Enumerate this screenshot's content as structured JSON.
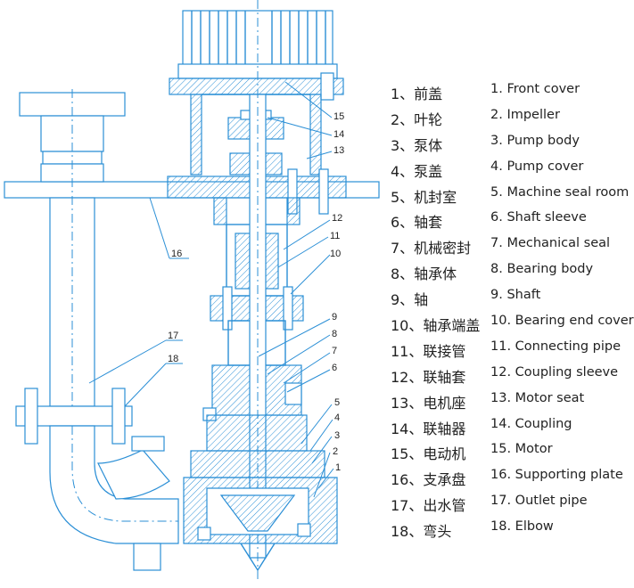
{
  "legend": [
    {
      "zh": "1、前盖",
      "en": "1. Front cover"
    },
    {
      "zh": "2、叶轮",
      "en": "2. Impeller"
    },
    {
      "zh": "3、泵体",
      "en": "3. Pump body"
    },
    {
      "zh": "4、泵盖",
      "en": "4. Pump cover"
    },
    {
      "zh": "5、机封室",
      "en": "5. Machine seal room"
    },
    {
      "zh": "6、轴套",
      "en": "6. Shaft sleeve"
    },
    {
      "zh": "7、机械密封",
      "en": "7. Mechanical seal"
    },
    {
      "zh": "8、轴承体",
      "en": "8. Bearing body"
    },
    {
      "zh": "9、轴",
      "en": "9. Shaft"
    },
    {
      "zh": "10、轴承端盖",
      "en": "10. Bearing end cover"
    },
    {
      "zh": "11、联接管",
      "en": "11. Connecting pipe"
    },
    {
      "zh": "12、联轴套",
      "en": "12. Coupling sleeve"
    },
    {
      "zh": "13、电机座",
      "en": "13. Motor seat"
    },
    {
      "zh": "14、联轴器",
      "en": "14. Coupling"
    },
    {
      "zh": "15、电动机",
      "en": "15. Motor"
    },
    {
      "zh": "16、支承盘",
      "en": "16. Supporting plate"
    },
    {
      "zh": "17、出水管",
      "en": "17. Outlet pipe"
    },
    {
      "zh": "18、弯头",
      "en": "18. Elbow"
    }
  ],
  "callouts": [
    "1",
    "2",
    "3",
    "4",
    "5",
    "6",
    "7",
    "8",
    "9",
    "10",
    "11",
    "12",
    "13",
    "14",
    "15",
    "16",
    "17",
    "18"
  ],
  "colors": {
    "line": "#2b8fd6",
    "text": "#222222"
  }
}
